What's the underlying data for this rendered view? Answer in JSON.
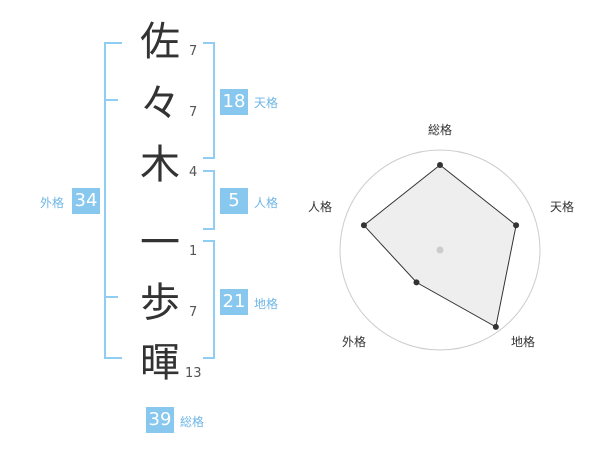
{
  "name": {
    "characters": [
      {
        "char": "佐",
        "strokes": "7"
      },
      {
        "char": "々",
        "strokes": "7"
      },
      {
        "char": "木",
        "strokes": "4"
      },
      {
        "char": "一",
        "strokes": "1"
      },
      {
        "char": "歩",
        "strokes": "7"
      },
      {
        "char": "暉",
        "strokes": "13"
      }
    ]
  },
  "fortunes": {
    "tenkaku": {
      "value": "18",
      "label": "天格"
    },
    "jinkaku": {
      "value": "5",
      "label": "人格"
    },
    "chikaku": {
      "value": "21",
      "label": "地格"
    },
    "gaikaku": {
      "value": "34",
      "label": "外格"
    },
    "soukaku": {
      "value": "39",
      "label": "総格"
    }
  },
  "colors": {
    "accent": "#88c8ef",
    "bracket": "#8fcdf2",
    "label": "#6fb6e6",
    "radar_fill": "#eeeeee",
    "radar_ring": "#cccccc"
  },
  "chart_data": {
    "type": "radar",
    "axes": [
      "総格",
      "天格",
      "地格",
      "外格",
      "人格"
    ],
    "values": [
      0.85,
      0.8,
      0.95,
      0.4,
      0.8
    ],
    "range": [
      0,
      1
    ],
    "rings": 4
  }
}
